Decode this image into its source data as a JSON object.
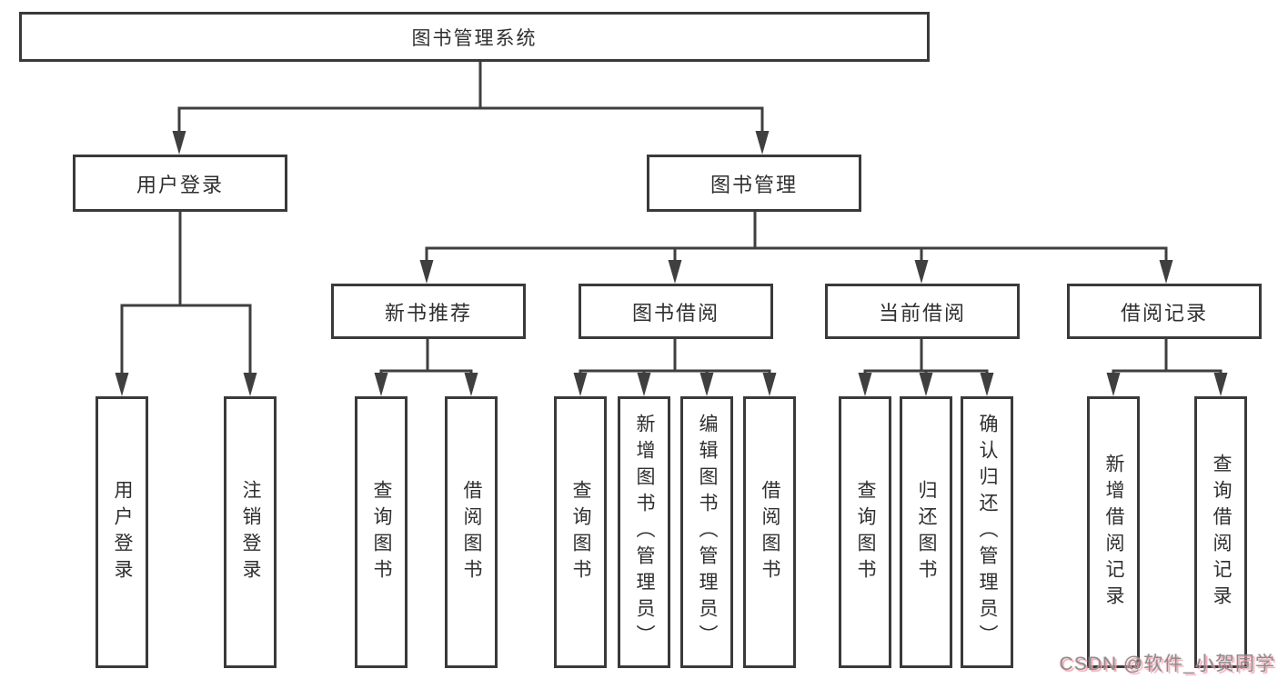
{
  "diagram": {
    "root": "图书管理系统",
    "level2": [
      "用户登录",
      "图书管理"
    ],
    "level3": [
      "新书推荐",
      "图书借阅",
      "当前借阅",
      "借阅记录"
    ],
    "leaves": {
      "user_login": [
        "用户登录",
        "注销登录"
      ],
      "new_book_recommend": [
        "查询图书",
        "借阅图书"
      ],
      "book_borrow": [
        "查询图书",
        "新增图书（管理员）",
        "编辑图书（管理员）",
        "借阅图书"
      ],
      "current_borrow": [
        "查询图书",
        "归还图书",
        "确认归还（管理员）"
      ],
      "borrow_records": [
        "新增借阅记录",
        "查询借阅记录"
      ]
    }
  },
  "watermark": {
    "text": "CSDN @软件_小贺同学"
  },
  "colors": {
    "line": "#3f3f3f",
    "border": "#3a3a3a",
    "text": "#2f2f2f",
    "watermark_gray": "#8d8d8d",
    "watermark_pink": "#f3a0ae"
  }
}
